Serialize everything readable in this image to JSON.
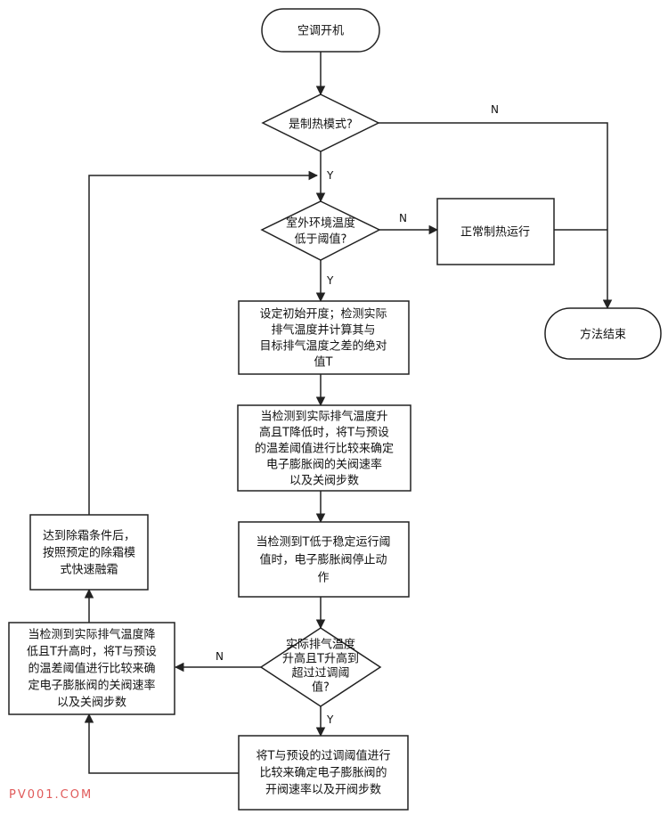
{
  "nodes": {
    "start": [
      "空调开机"
    ],
    "q_heating": [
      "是制热模式?"
    ],
    "q_outdoor": [
      "室外环境温度",
      "低于阈值?"
    ],
    "normal": [
      "正常制热运行"
    ],
    "end": [
      "方法结束"
    ],
    "step_init": [
      "设定初始开度；检测实际",
      "排气温度并计算其与",
      "目标排气温度之差的绝对",
      "值T"
    ],
    "step_close": [
      "当检测到实际排气温度升",
      "高且T降低时，将T与预设",
      "的温差阈值进行比较来确定",
      "电子膨胀阀的关阀速率",
      "以及关阀步数"
    ],
    "step_stop": [
      "当检测到T低于稳定运行阈",
      "值时，电子膨胀阀停止动",
      "作"
    ],
    "q_over": [
      "实际排气温度",
      "升高且T升高到",
      "超过过调阈",
      "值?"
    ],
    "step_open": [
      "将T与预设的过调阈值进行",
      "比较来确定电子膨胀阀的",
      "开阀速率以及开阀步数"
    ],
    "step_left_close": [
      "当检测到实际排气温度降",
      "低且T升高时，将T与预设",
      "的温差阈值进行比较来确",
      "定电子膨胀阀的关阀速率",
      "以及关阀步数"
    ],
    "defrost": [
      "达到除霜条件后，",
      "按照预定的除霜模",
      "式快速融霜"
    ]
  },
  "edge_labels": {
    "heating_no": "N",
    "heating_yes": "Y",
    "outdoor_no": "N",
    "outdoor_yes": "Y",
    "over_no": "N",
    "over_yes": "Y"
  },
  "watermark": "PV001.COM"
}
